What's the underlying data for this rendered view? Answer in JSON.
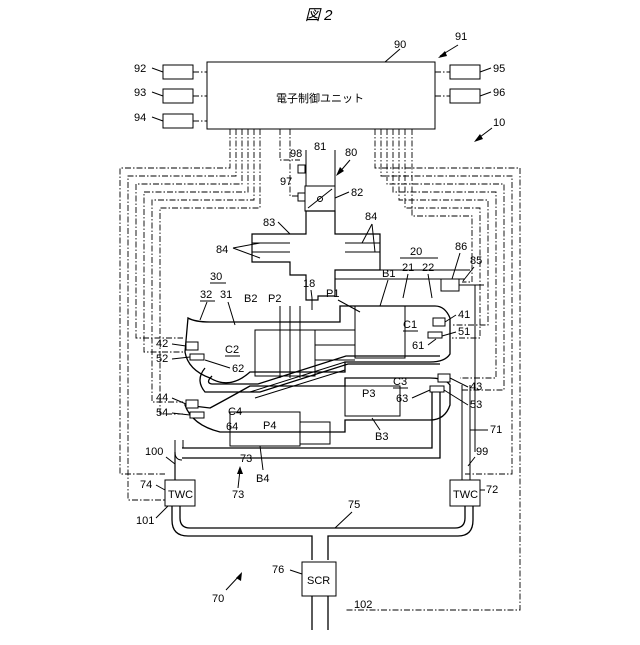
{
  "figure_title": "図 2",
  "ecu": {
    "label": "電子制御ユニット",
    "ref": "90",
    "group_ref": "91"
  },
  "system_ref": "10",
  "exhaust_system_ref": "70",
  "intake_ref": "80",
  "labels": {
    "n92": "92",
    "n93": "93",
    "n94": "94",
    "n95": "95",
    "n96": "96",
    "n81": "81",
    "n82": "82",
    "n83": "83",
    "n84a": "84",
    "n84b": "84",
    "n84c": "84",
    "n97": "97",
    "n98": "98",
    "n18": "18",
    "n20": "20",
    "n21": "21",
    "n22": "22",
    "n30": "30",
    "n31": "31",
    "n32": "32",
    "n85": "85",
    "n86": "86",
    "nB1": "B1",
    "nB2": "B2",
    "nB3": "B3",
    "nB4": "B4",
    "nP1": "P1",
    "nP2": "P2",
    "nP3": "P3",
    "nP4": "P4",
    "nC1": "C1",
    "nC2": "C2",
    "nC3": "C3",
    "nC4": "C4",
    "n41": "41",
    "n42": "42",
    "n43": "43",
    "n44": "44",
    "n51": "51",
    "n52": "52",
    "n53": "53",
    "n54": "54",
    "n61": "61",
    "n62": "62",
    "n63": "63",
    "n64": "64",
    "n71": "71",
    "n72": "72",
    "n73": "73",
    "n74": "74",
    "n75": "75",
    "n76": "76",
    "n99": "99",
    "n100": "100",
    "n101": "101",
    "n102": "102"
  },
  "twc_left": "TWC",
  "twc_right": "TWC",
  "scr": "SCR"
}
